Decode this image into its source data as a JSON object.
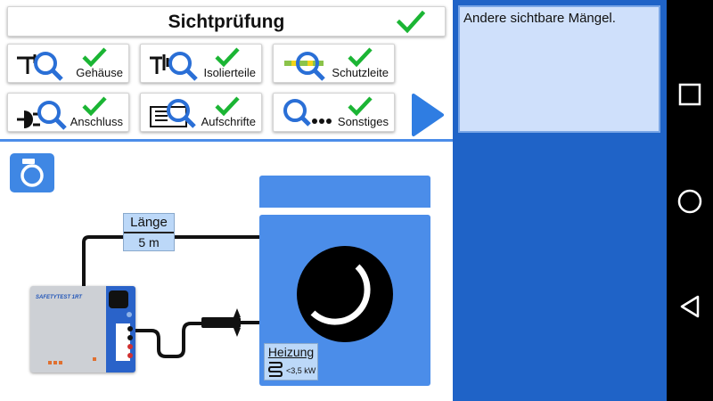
{
  "header": {
    "title": "Sichtprüfung"
  },
  "tiles": [
    {
      "label": "Gehäuse"
    },
    {
      "label": "Isolierteile"
    },
    {
      "label": "Schutzleite"
    },
    {
      "label": "Anschluss"
    },
    {
      "label": "Aufschrifte"
    },
    {
      "label": "Sonstiges"
    }
  ],
  "notes": {
    "text": "Andere sichtbare Mängel."
  },
  "diagram": {
    "cable_length_label": "Länge",
    "cable_length_value": "5 m",
    "device_name": "SAFETYTEST 1RT",
    "heating_label": "Heizung",
    "heating_value": "<3,5 kW"
  },
  "colors": {
    "accent_blue": "#4b8de9",
    "panel_blue": "#1f63c7",
    "check_green": "#1bb534",
    "notes_bg": "#cfe0fb"
  },
  "icons": {
    "camera": "camera-icon",
    "next": "play-arrow-icon",
    "nav_recent": "square-icon",
    "nav_home": "circle-icon",
    "nav_back": "triangle-back-icon"
  }
}
